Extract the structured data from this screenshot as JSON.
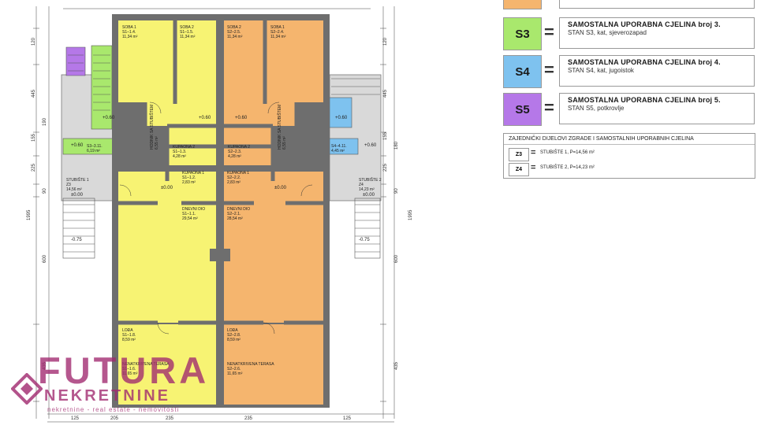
{
  "colors": {
    "s1": "#f7f373",
    "s2": "#f5b56e",
    "s3": "#a9e86d",
    "s4": "#7ec2ef",
    "s5": "#b578e8",
    "wall": "#6e6e6e",
    "common": "#d9d9d9",
    "watermark": "#a0286e"
  },
  "legend": [
    {
      "code": "S3",
      "title": "SAMOSTALNA UPORABNA CJELINA  broj  3.",
      "sub": "STAN S3, kat, sjeverozapad",
      "color": "#a9e86d"
    },
    {
      "code": "S4",
      "title": "SAMOSTALNA UPORABNA CJELINA  broj  4.",
      "sub": "STAN S4, kat, jugoistok",
      "color": "#7ec2ef"
    },
    {
      "code": "S5",
      "title": "SAMOSTALNA UPORABNA CJELINA  broj  5.",
      "sub": "STAN S5, potkrovlje",
      "color": "#b578e8"
    }
  ],
  "equals_sign": "=",
  "common_parts": {
    "title": "ZAJEDNIČKI DIJELOVI ZGRADE I SAMOSTALNIH UPORABNIH CJELINA",
    "items": [
      {
        "code": "Z3",
        "text": "STUBIŠTE 1, P=14,56 m²"
      },
      {
        "code": "Z4",
        "text": "STUBIŠTE 2, P=14,23 m²"
      }
    ]
  },
  "rooms": {
    "s1_soba1": {
      "l1": "SOBA 1",
      "l2": "S1–1.4.",
      "l3": "11,34 m²"
    },
    "s1_soba2": {
      "l1": "SOBA 2",
      "l2": "S1–1.5.",
      "l3": "11,34 m²"
    },
    "s2_soba2": {
      "l1": "SOBA 2",
      "l2": "S2–2.5.",
      "l3": "11,34 m²"
    },
    "s2_soba1": {
      "l1": "SOBA 1",
      "l2": "S2–2.4.",
      "l3": "11,34 m²"
    },
    "s1_kup2": {
      "l1": "KUPAONA 2",
      "l2": "S1–1.3.",
      "l3": "4,28 m²"
    },
    "s2_kup2": {
      "l1": "KUPAONA 2",
      "l2": "S2–2.3.",
      "l3": "4,28 m²"
    },
    "s1_kup1": {
      "l1": "KUPAONA 1",
      "l2": "S1–1.2.",
      "l3": "2,83 m²"
    },
    "s2_kup1": {
      "l1": "KUPAONA 1",
      "l2": "S2–2.2.",
      "l3": "2,83 m²"
    },
    "s1_dnevni": {
      "l1": "DNEVNI DIO",
      "l2": "S1–1.1.",
      "l3": "29,54 m²"
    },
    "s2_dnevni": {
      "l1": "DNEVNI DIO",
      "l2": "S2–2.1.",
      "l3": "28,54 m²"
    },
    "s1_loda": {
      "l1": "LOĐA",
      "l2": "S1–1.8.",
      "l3": "8,59 m²"
    },
    "s2_loda": {
      "l1": "LOĐA",
      "l2": "S2–2.8.",
      "l3": "8,59 m²"
    },
    "s1_teras": {
      "l1": "NENATKRIVENA TERASA",
      "l2": "S1–1.6.",
      "l3": "11,65 m²"
    },
    "s2_teras": {
      "l1": "NENATKRIVENA TERASA",
      "l2": "S2–2.6.",
      "l3": "11,65 m²"
    },
    "stub1": {
      "l1": "STUBIŠTE 1",
      "l2": "Z3",
      "l3": "14,56 m²"
    },
    "stub2": {
      "l1": "STUBIŠTE 2",
      "l2": "Z4",
      "l3": "14,23 m²"
    },
    "s3_area": {
      "l1": "S3–3.11.",
      "l2": "6,19 m²"
    },
    "s4_area": {
      "l1": "S4–4.11.",
      "l2": "4,45 m²"
    },
    "hodnik1": "HODNIK SA STUBIŠTEM",
    "hodnik2": "HODNIK SA STUBIŠTEM",
    "hodnik1_area": "6,55 m²",
    "hodnik2_area": "6,55 m²"
  },
  "levels": {
    "p060_a": "+0.60",
    "p060_b": "+0.60",
    "p060_c": "+0.60",
    "p060_d": "+0.60",
    "p060_e": "+0.60",
    "p060_f": "+0.60",
    "p000_a": "±0.00",
    "p000_b": "±0.00",
    "p000_c": "±0.00",
    "p000_d": "±0.00",
    "m075_a": "-0.75",
    "m075_b": "-0.75"
  },
  "dims": {
    "left": [
      "120",
      "445",
      "155",
      "190",
      "225",
      "90",
      "600",
      "435",
      "1995"
    ],
    "right": [
      "120",
      "445",
      "155",
      "180",
      "225",
      "90",
      "600",
      "435",
      "1995"
    ],
    "bottom": [
      "125",
      "205",
      "235",
      "235",
      "125"
    ]
  },
  "watermark": {
    "top": "FUTURA",
    "mid": "NEKRETNINE",
    "sub": "nekretnine - real estate - nemovitosti"
  }
}
